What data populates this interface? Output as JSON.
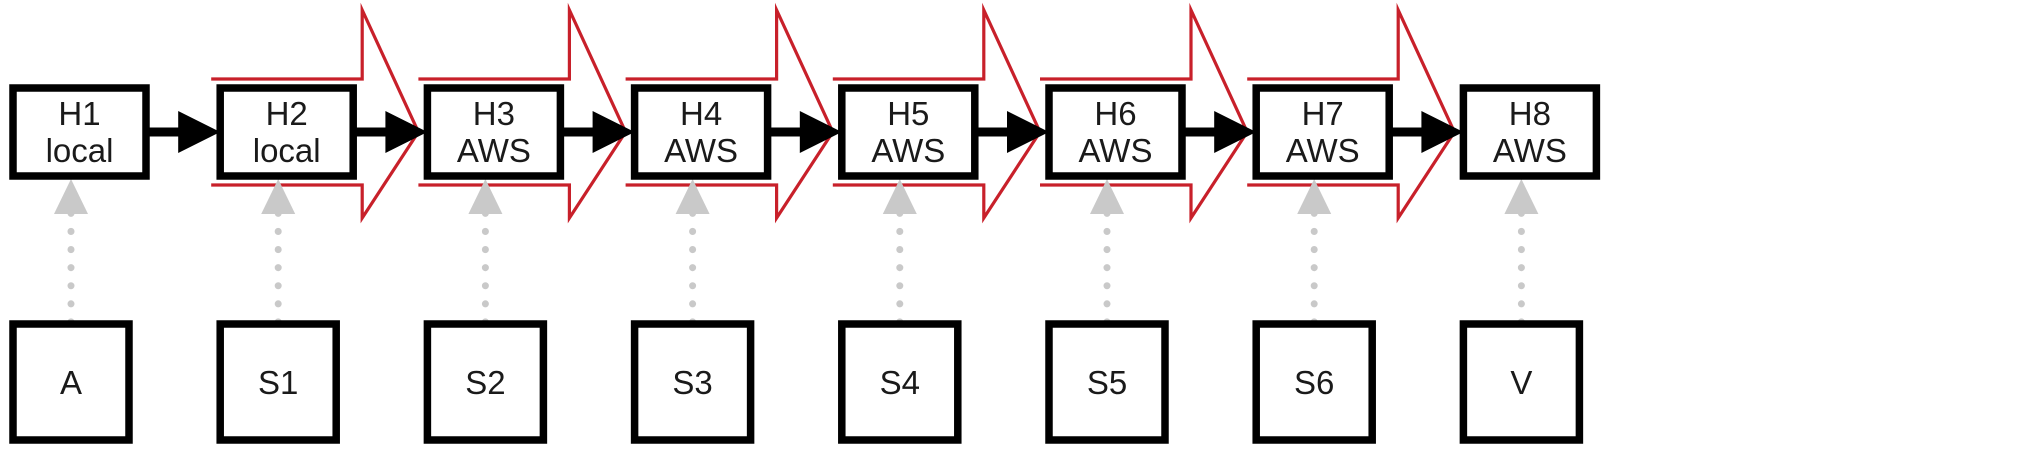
{
  "diagram": {
    "type": "pipeline-block-diagram",
    "background_color": "#ffffff",
    "colors": {
      "box_stroke": "#000000",
      "box_fill": "#ffffff",
      "text": "#1a1a1a",
      "flow_arrow": "#000000",
      "highlight_arrow": "#c8202a",
      "dotted_arrow": "#c9c9c9"
    },
    "top_row": {
      "name": "handler-chain",
      "boxes": [
        {
          "id": "H1",
          "line1": "H1",
          "line2": "local",
          "highlighted": false
        },
        {
          "id": "H2",
          "line1": "H2",
          "line2": "local",
          "highlighted": true
        },
        {
          "id": "H3",
          "line1": "H3",
          "line2": "AWS",
          "highlighted": true
        },
        {
          "id": "H4",
          "line1": "H4",
          "line2": "AWS",
          "highlighted": true
        },
        {
          "id": "H5",
          "line1": "H5",
          "line2": "AWS",
          "highlighted": true
        },
        {
          "id": "H6",
          "line1": "H6",
          "line2": "AWS",
          "highlighted": true
        },
        {
          "id": "H7",
          "line1": "H7",
          "line2": "AWS",
          "highlighted": true
        },
        {
          "id": "H8",
          "line1": "H8",
          "line2": "AWS",
          "highlighted": false
        }
      ]
    },
    "bottom_row": {
      "name": "inputs-row",
      "boxes": [
        {
          "id": "A",
          "label": "A"
        },
        {
          "id": "S1",
          "label": "S1"
        },
        {
          "id": "S2",
          "label": "S2"
        },
        {
          "id": "S3",
          "label": "S3"
        },
        {
          "id": "S4",
          "label": "S4"
        },
        {
          "id": "S5",
          "label": "S5"
        },
        {
          "id": "S6",
          "label": "S6"
        },
        {
          "id": "V",
          "label": "V"
        }
      ]
    },
    "flow_arrows": {
      "count": 7,
      "style": "solid-black-filled-head",
      "from_to": [
        "H1-H2",
        "H2-H3",
        "H3-H4",
        "H4-H5",
        "H5-H6",
        "H6-H7",
        "H7-H8"
      ]
    },
    "highlight_arrows": {
      "count": 6,
      "style": "red-outline-block-arrow",
      "from_to": [
        "H2-H3",
        "H3-H4",
        "H4-H5",
        "H5-H6",
        "H6-H7",
        "H7-H8"
      ]
    },
    "dotted_arrows": {
      "count": 8,
      "style": "gray-dotted-up-arrow",
      "from_to": [
        "A-H1",
        "S1-H2",
        "S2-H3",
        "S3-H4",
        "S4-H5",
        "S5-H6",
        "S6-H7",
        "V-H8"
      ]
    }
  }
}
